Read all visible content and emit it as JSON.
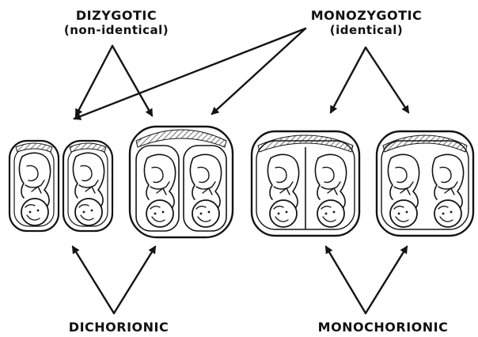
{
  "labels": {
    "dizygotic": "DIZYGOTIC",
    "dizygotic_sub": "(non-identical)",
    "monozygotic": "MONOZYGOTIC",
    "monozygotic_sub": "(identical)",
    "dichorionic": "DICHORIONIC",
    "monochorionic": "MONOCHORIONIC"
  },
  "colors": {
    "ink": "#141414",
    "placenta_hatch": "#9a9a9a",
    "background": "#ffffff"
  }
}
